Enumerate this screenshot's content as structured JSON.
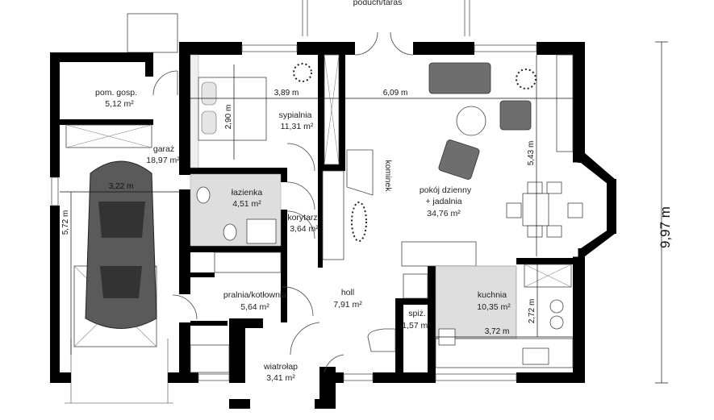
{
  "rooms": {
    "pom_gosp": {
      "name": "pom. gosp.",
      "area": "5,12 m²"
    },
    "garaz": {
      "name": "garaż",
      "area": "18,97 m²"
    },
    "sypialnia": {
      "name": "sypialnia",
      "area": "11,31 m²"
    },
    "lazienka": {
      "name": "łazienka",
      "area": "4,51 m²"
    },
    "korytarz": {
      "name": "korytarz",
      "area": "3,64 m²"
    },
    "pokoj_line1": "pokój dzienny",
    "pokoj_line2": "+ jadalnia",
    "pokoj_area": "34,76 m²",
    "pralnia": {
      "name": "pralnia/kotłownia",
      "area": "5,64 m²"
    },
    "holl": {
      "name": "holl",
      "area": "7,91 m²"
    },
    "spiz": {
      "name": "spiż.",
      "area": "1,57 m²"
    },
    "kuchnia": {
      "name": "kuchnia",
      "area": "10,35 m²"
    },
    "wiatrolap": {
      "name": "wiatrołap",
      "area": "3,41 m²"
    }
  },
  "labels": {
    "kominek": "kominek",
    "poduszka": "poduch/taras"
  },
  "dimensions": {
    "sypialnia_width": "3,89 m",
    "sypialnia_bed": "2,90 m",
    "pokoj_width": "6,09 m",
    "pokoj_height": "5,43 m",
    "garaz_width": "3,22 m",
    "garaz_height": "5,72 m",
    "kuchnia_width": "3,72 m",
    "kuchnia_height": "2,72 m",
    "total_height": "9,97 m"
  }
}
